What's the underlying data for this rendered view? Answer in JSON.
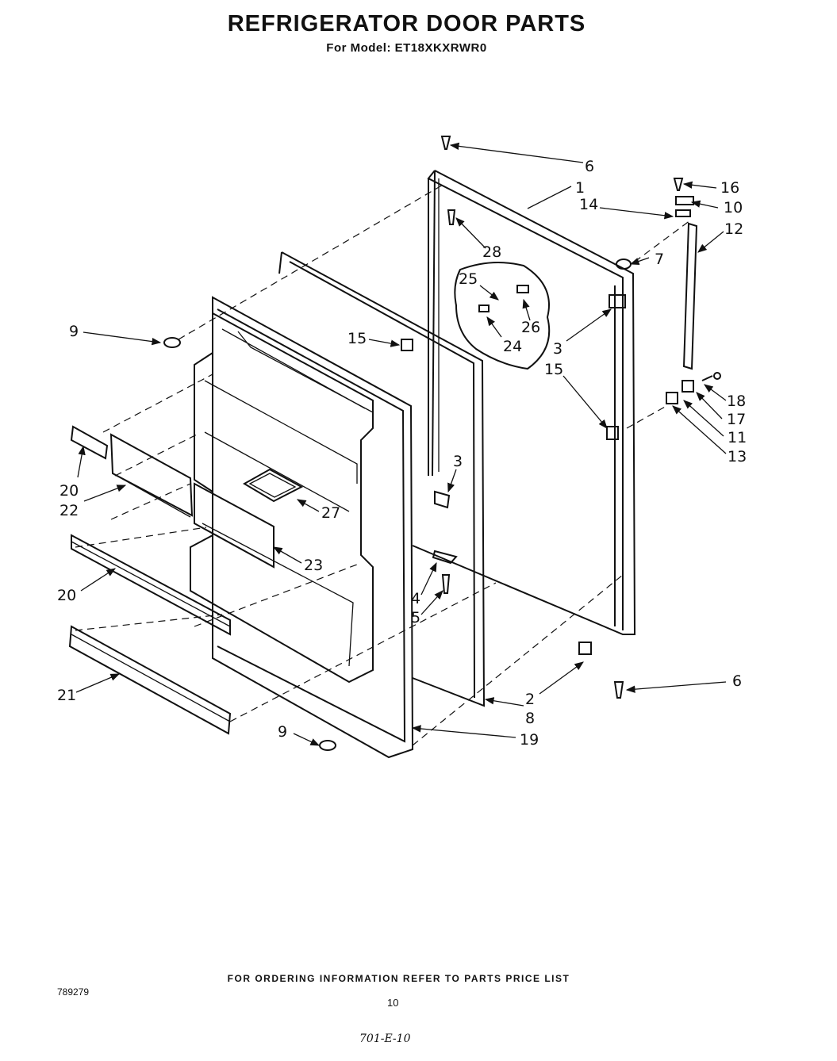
{
  "header": {
    "title": "REFRIGERATOR DOOR PARTS",
    "subtitle": "For Model: ET18XKXRWR0"
  },
  "footer": {
    "ordering_note": "FOR ORDERING INFORMATION REFER TO PARTS PRICE LIST",
    "doc_id": "789279",
    "page_number": "10",
    "handwritten_code": "701-E-10"
  },
  "callouts": [
    "6",
    "1",
    "16",
    "10",
    "14",
    "12",
    "28",
    "7",
    "25",
    "26",
    "9",
    "15",
    "24",
    "3",
    "15",
    "18",
    "17",
    "11",
    "13",
    "3",
    "20",
    "22",
    "27",
    "23",
    "4",
    "5",
    "20",
    "6",
    "2",
    "8",
    "21",
    "9",
    "19"
  ]
}
